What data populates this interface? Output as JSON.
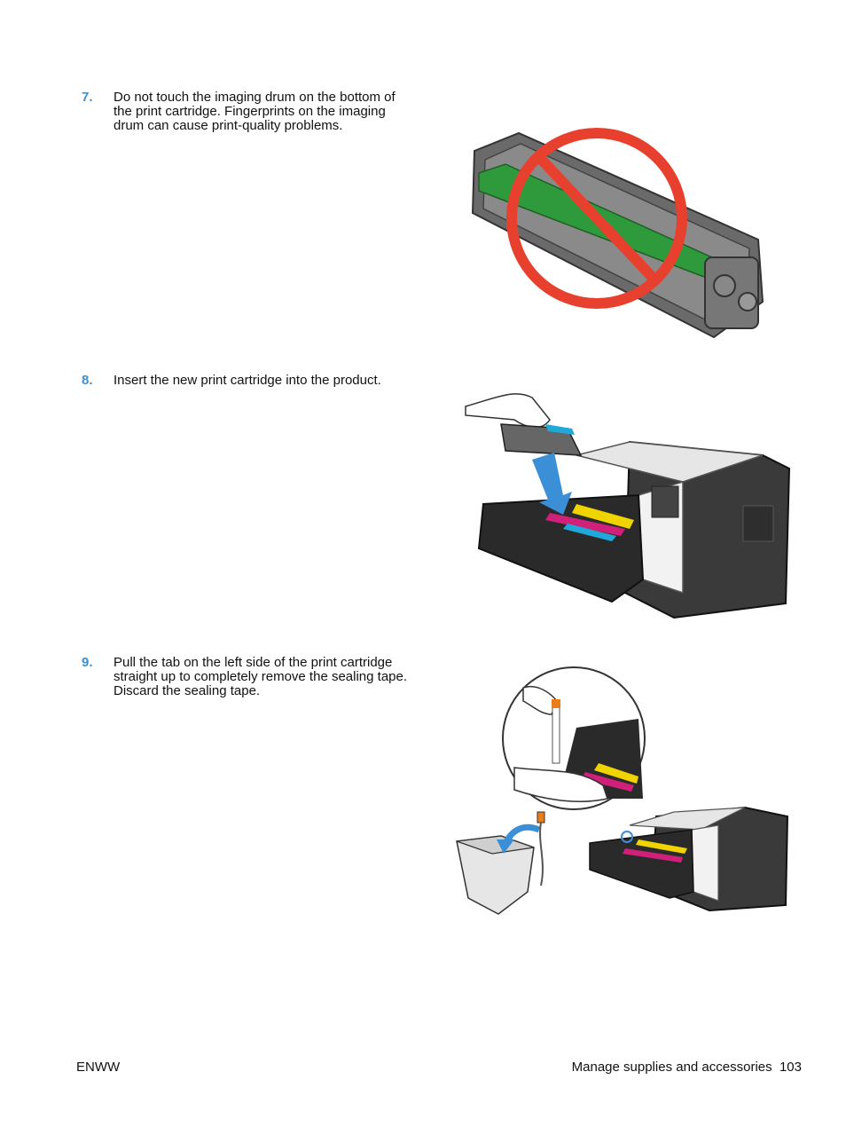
{
  "steps": [
    {
      "number": "7.",
      "text": "Do not touch the imaging drum on the bottom of the print cartridge. Fingerprints on the imaging drum can cause print-quality problems."
    },
    {
      "number": "8.",
      "text": "Insert the new print cartridge into the product."
    },
    {
      "number": "9.",
      "text": "Pull the tab on the left side of the print cartridge straight up to completely remove the sealing tape. Discard the sealing tape."
    }
  ],
  "footer": {
    "left": "ENWW",
    "right": "Manage supplies and accessories",
    "page_number": "103"
  },
  "colors": {
    "step_number": "#3d8fd0",
    "prohibit_red": "#e8402f",
    "drum_green": "#2f9a3c",
    "arrow_blue": "#3b8fd6"
  }
}
